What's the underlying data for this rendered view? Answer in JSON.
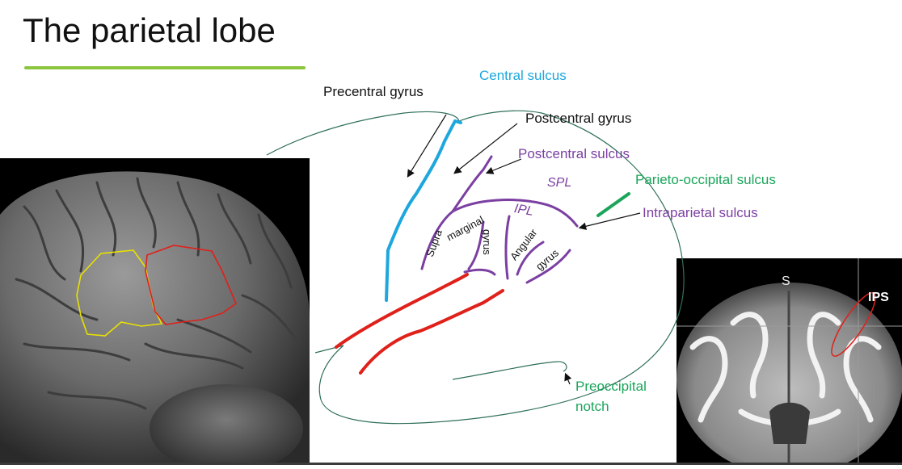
{
  "title": "The parietal lobe",
  "labels": {
    "precentral_gyrus": "Precentral gyrus",
    "central_sulcus": "Central sulcus",
    "postcentral_gyrus": "Postcentral gyrus",
    "postcentral_sulcus": "Postcentral sulcus",
    "spl": "SPL",
    "ipl": "IPL",
    "parieto_occipital_sulcus": "Parieto-occipital sulcus",
    "intraparietal_sulcus": "Intraparietal sulcus",
    "supra": "Supra",
    "marginal": "marginal",
    "gyrus1": "gyrus",
    "angular": "Angular",
    "gyrus2": "gyrus",
    "preoccipital_line1": "Preoccipital",
    "preoccipital_line2": "notch"
  },
  "mri": {
    "s_label": "S",
    "ips_label": "IPS"
  },
  "colors": {
    "title_underline": "#8cc63f",
    "central_sulcus": "#1ea7dd",
    "purple_structures": "#7b3fa2",
    "green_labels": "#1aa55a",
    "sylvian_red": "#e0201a",
    "outline": "#2f6f5a",
    "supramarginal_outline": "#e8e000",
    "angular_outline": "#e0201a"
  }
}
